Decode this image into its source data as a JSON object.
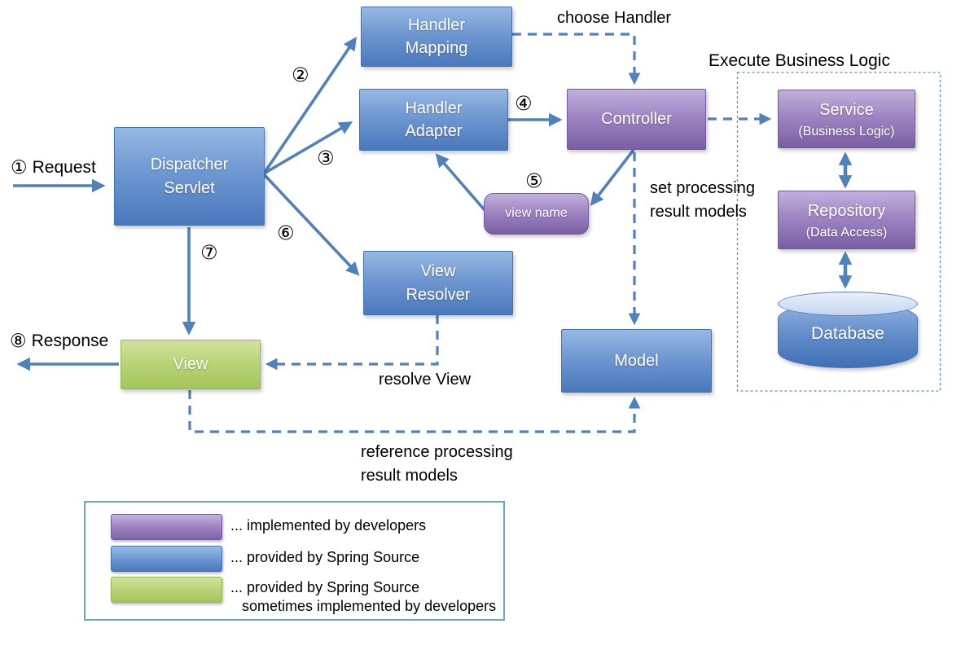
{
  "colors": {
    "implemented_by_developers": "#8064A2",
    "provided_by_spring": "#4F81BD",
    "provided_sometimes_implemented": "#9BBB59",
    "arrow": "#4F81BD"
  },
  "nodes": {
    "dispatcher": {
      "line1": "Dispatcher",
      "line2": "Servlet"
    },
    "handler_mapping": {
      "line1": "Handler",
      "line2": "Mapping"
    },
    "handler_adapter": {
      "line1": "Handler",
      "line2": "Adapter"
    },
    "controller": {
      "label": "Controller"
    },
    "view_name": {
      "label": "view name"
    },
    "view_resolver": {
      "line1": "View",
      "line2": "Resolver"
    },
    "view": {
      "label": "View"
    },
    "model": {
      "label": "Model"
    },
    "service": {
      "label": "Service",
      "sublabel": "(Business Logic)"
    },
    "repository": {
      "label": "Repository",
      "sublabel": "(Data Access)"
    },
    "database": {
      "label": "Database"
    }
  },
  "steps": {
    "s1": "①",
    "s2": "②",
    "s3": "③",
    "s4": "④",
    "s5": "⑤",
    "s6": "⑥",
    "s7": "⑦",
    "s8": "⑧"
  },
  "labels": {
    "request": "Request",
    "response": "Response",
    "choose_handler": "choose Handler",
    "execute_business_logic": "Execute Business Logic",
    "set_processing_line1": "set processing",
    "set_processing_line2": "result models",
    "resolve_view": "resolve View",
    "reference_line1": "reference processing",
    "reference_line2": "result models"
  },
  "legend": {
    "items": [
      {
        "color": "#8064A2",
        "line1": "... implemented by developers",
        "line2": ""
      },
      {
        "color": "#4F81BD",
        "line1": "... provided by Spring Source",
        "line2": ""
      },
      {
        "color": "#9BBB59",
        "line1": "... provided by Spring Source",
        "line2": "sometimes implemented by developers"
      }
    ]
  }
}
